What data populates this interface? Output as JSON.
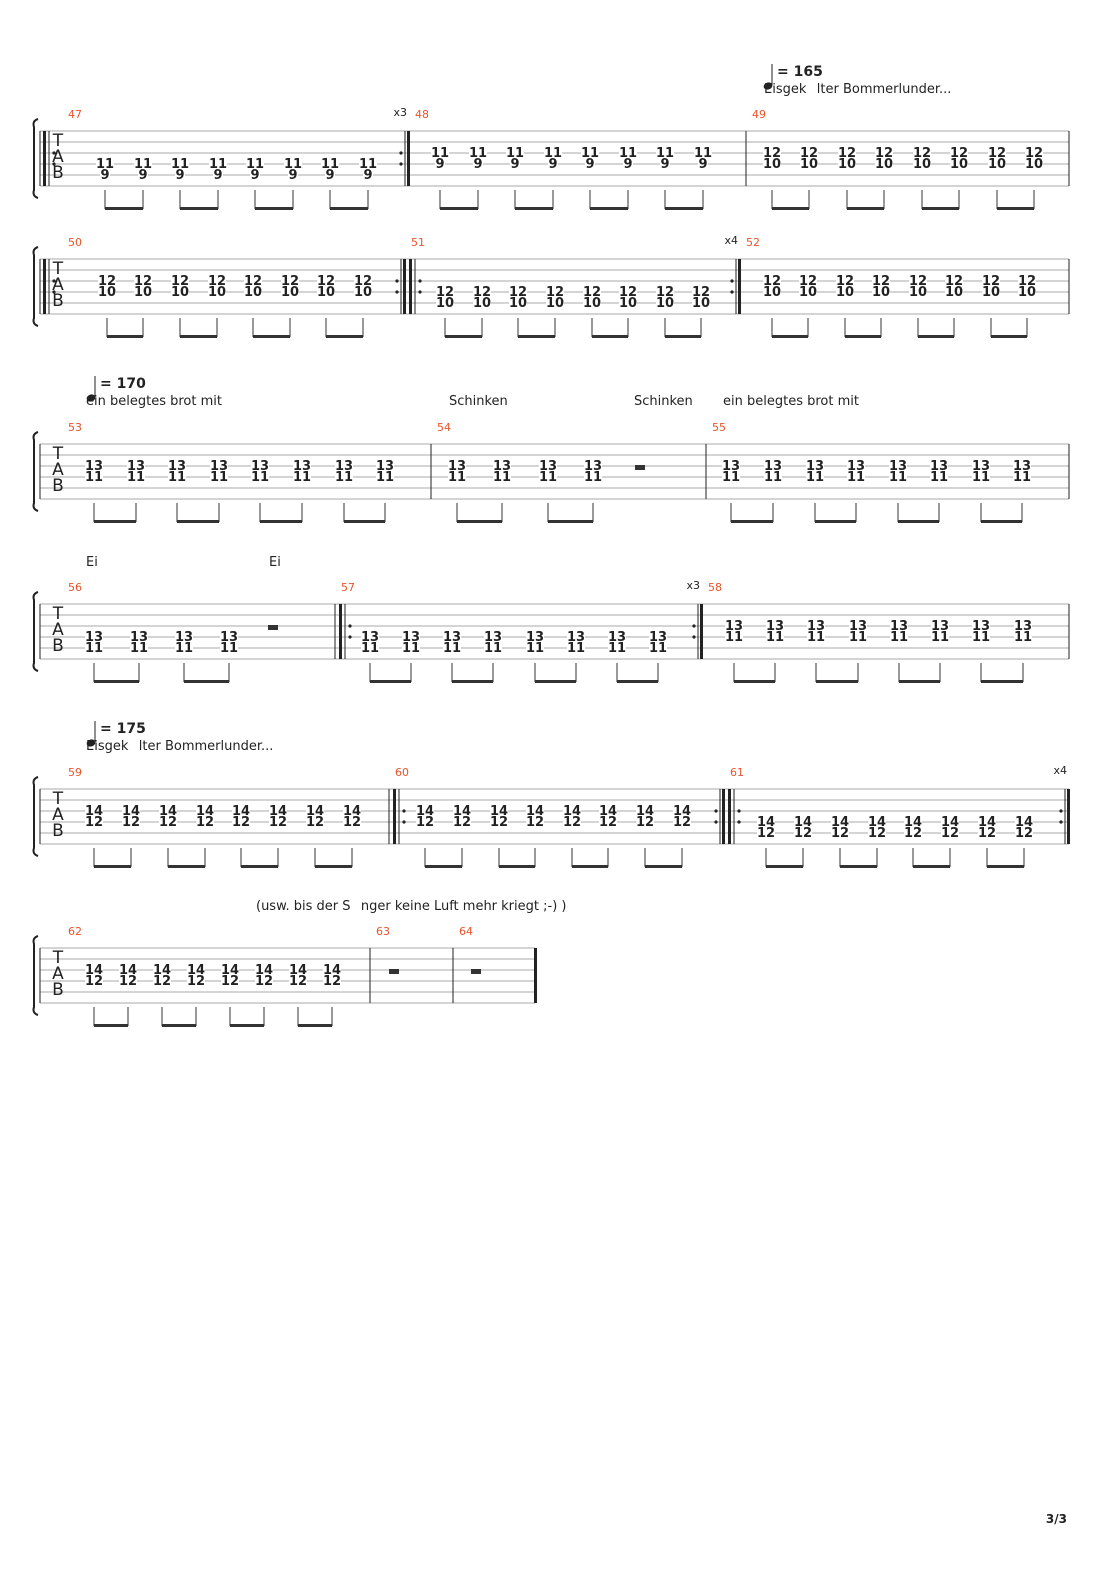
{
  "page": {
    "number": "3/3"
  },
  "systems": [
    {
      "tempo": "= 165",
      "lyrics": [
        "Eisgeklter Bommerlunder..."
      ],
      "measures": [
        {
          "number": "47",
          "repeat_start": true,
          "repeat_end": true,
          "repeat_count": "x3",
          "pairs": [
            [
              "11",
              "9"
            ],
            [
              "11",
              "9"
            ],
            [
              "11",
              "9"
            ],
            [
              "11",
              "9"
            ],
            [
              "11",
              "9"
            ],
            [
              "11",
              "9"
            ],
            [
              "11",
              "9"
            ],
            [
              "11",
              "9"
            ]
          ]
        },
        {
          "number": "48",
          "pairs": [
            [
              "11",
              "9"
            ],
            [
              "11",
              "9"
            ],
            [
              "11",
              "9"
            ],
            [
              "11",
              "9"
            ],
            [
              "11",
              "9"
            ],
            [
              "11",
              "9"
            ],
            [
              "11",
              "9"
            ],
            [
              "11",
              "9"
            ]
          ]
        },
        {
          "number": "49",
          "pairs": [
            [
              "12",
              "10"
            ],
            [
              "12",
              "10"
            ],
            [
              "12",
              "10"
            ],
            [
              "12",
              "10"
            ],
            [
              "12",
              "10"
            ],
            [
              "12",
              "10"
            ],
            [
              "12",
              "10"
            ],
            [
              "12",
              "10"
            ]
          ]
        }
      ]
    },
    {
      "lyrics": [],
      "measures": [
        {
          "number": "50",
          "repeat_start": true,
          "repeat_end": true,
          "pairs": [
            [
              "12",
              "10"
            ],
            [
              "12",
              "10"
            ],
            [
              "12",
              "10"
            ],
            [
              "12",
              "10"
            ],
            [
              "12",
              "10"
            ],
            [
              "12",
              "10"
            ],
            [
              "12",
              "10"
            ],
            [
              "12",
              "10"
            ]
          ]
        },
        {
          "number": "51",
          "repeat_start": true,
          "repeat_end": true,
          "repeat_count": "x4",
          "pairs": [
            [
              "12",
              "10"
            ],
            [
              "12",
              "10"
            ],
            [
              "12",
              "10"
            ],
            [
              "12",
              "10"
            ],
            [
              "12",
              "10"
            ],
            [
              "12",
              "10"
            ],
            [
              "12",
              "10"
            ],
            [
              "12",
              "10"
            ]
          ]
        },
        {
          "number": "52",
          "pairs": [
            [
              "12",
              "10"
            ],
            [
              "12",
              "10"
            ],
            [
              "12",
              "10"
            ],
            [
              "12",
              "10"
            ],
            [
              "12",
              "10"
            ],
            [
              "12",
              "10"
            ],
            [
              "12",
              "10"
            ],
            [
              "12",
              "10"
            ]
          ]
        }
      ]
    },
    {
      "tempo": "= 170",
      "lyrics": [
        "ein belegtes brot mit",
        "Schinken",
        "Schinken",
        "ein belegtes brot mit"
      ],
      "measures": [
        {
          "number": "53",
          "pairs": [
            [
              "13",
              "11"
            ],
            [
              "13",
              "11"
            ],
            [
              "13",
              "11"
            ],
            [
              "13",
              "11"
            ],
            [
              "13",
              "11"
            ],
            [
              "13",
              "11"
            ],
            [
              "13",
              "11"
            ],
            [
              "13",
              "11"
            ]
          ]
        },
        {
          "number": "54",
          "rest": true,
          "pairs": [
            [
              "13",
              "11"
            ],
            [
              "13",
              "11"
            ],
            [
              "13",
              "11"
            ],
            [
              "13",
              "11"
            ]
          ]
        },
        {
          "number": "55",
          "pairs": [
            [
              "13",
              "11"
            ],
            [
              "13",
              "11"
            ],
            [
              "13",
              "11"
            ],
            [
              "13",
              "11"
            ],
            [
              "13",
              "11"
            ],
            [
              "13",
              "11"
            ],
            [
              "13",
              "11"
            ],
            [
              "13",
              "11"
            ]
          ]
        }
      ]
    },
    {
      "lyrics": [
        "Ei",
        "Ei"
      ],
      "measures": [
        {
          "number": "56",
          "rest": true,
          "pairs": [
            [
              "13",
              "11"
            ],
            [
              "13",
              "11"
            ],
            [
              "13",
              "11"
            ],
            [
              "13",
              "11"
            ]
          ]
        },
        {
          "number": "57",
          "repeat_start": true,
          "repeat_end": true,
          "repeat_count": "x3",
          "pairs": [
            [
              "13",
              "11"
            ],
            [
              "13",
              "11"
            ],
            [
              "13",
              "11"
            ],
            [
              "13",
              "11"
            ],
            [
              "13",
              "11"
            ],
            [
              "13",
              "11"
            ],
            [
              "13",
              "11"
            ],
            [
              "13",
              "11"
            ]
          ]
        },
        {
          "number": "58",
          "pairs": [
            [
              "13",
              "11"
            ],
            [
              "13",
              "11"
            ],
            [
              "13",
              "11"
            ],
            [
              "13",
              "11"
            ],
            [
              "13",
              "11"
            ],
            [
              "13",
              "11"
            ],
            [
              "13",
              "11"
            ],
            [
              "13",
              "11"
            ]
          ]
        }
      ]
    },
    {
      "tempo": "= 175",
      "lyrics": [
        "Eisgeklter Bommerlunder..."
      ],
      "measures": [
        {
          "number": "59",
          "pairs": [
            [
              "14",
              "12"
            ],
            [
              "14",
              "12"
            ],
            [
              "14",
              "12"
            ],
            [
              "14",
              "12"
            ],
            [
              "14",
              "12"
            ],
            [
              "14",
              "12"
            ],
            [
              "14",
              "12"
            ],
            [
              "14",
              "12"
            ]
          ]
        },
        {
          "number": "60",
          "repeat_start": true,
          "repeat_end": true,
          "pairs": [
            [
              "14",
              "12"
            ],
            [
              "14",
              "12"
            ],
            [
              "14",
              "12"
            ],
            [
              "14",
              "12"
            ],
            [
              "14",
              "12"
            ],
            [
              "14",
              "12"
            ],
            [
              "14",
              "12"
            ],
            [
              "14",
              "12"
            ]
          ]
        },
        {
          "number": "61",
          "repeat_start": true,
          "repeat_end": true,
          "repeat_count": "x4",
          "pairs": [
            [
              "14",
              "12"
            ],
            [
              "14",
              "12"
            ],
            [
              "14",
              "12"
            ],
            [
              "14",
              "12"
            ],
            [
              "14",
              "12"
            ],
            [
              "14",
              "12"
            ],
            [
              "14",
              "12"
            ],
            [
              "14",
              "12"
            ]
          ]
        }
      ]
    },
    {
      "lyrics": [
        "(usw. bis der Snger keine Luft mehr kriegt ;-) )"
      ],
      "measures": [
        {
          "number": "62",
          "pairs": [
            [
              "14",
              "12"
            ],
            [
              "14",
              "12"
            ],
            [
              "14",
              "12"
            ],
            [
              "14",
              "12"
            ],
            [
              "14",
              "12"
            ],
            [
              "14",
              "12"
            ],
            [
              "14",
              "12"
            ],
            [
              "14",
              "12"
            ]
          ]
        },
        {
          "number": "63",
          "rest": true,
          "pairs": []
        },
        {
          "number": "64",
          "rest": true,
          "pairs": []
        }
      ]
    }
  ]
}
